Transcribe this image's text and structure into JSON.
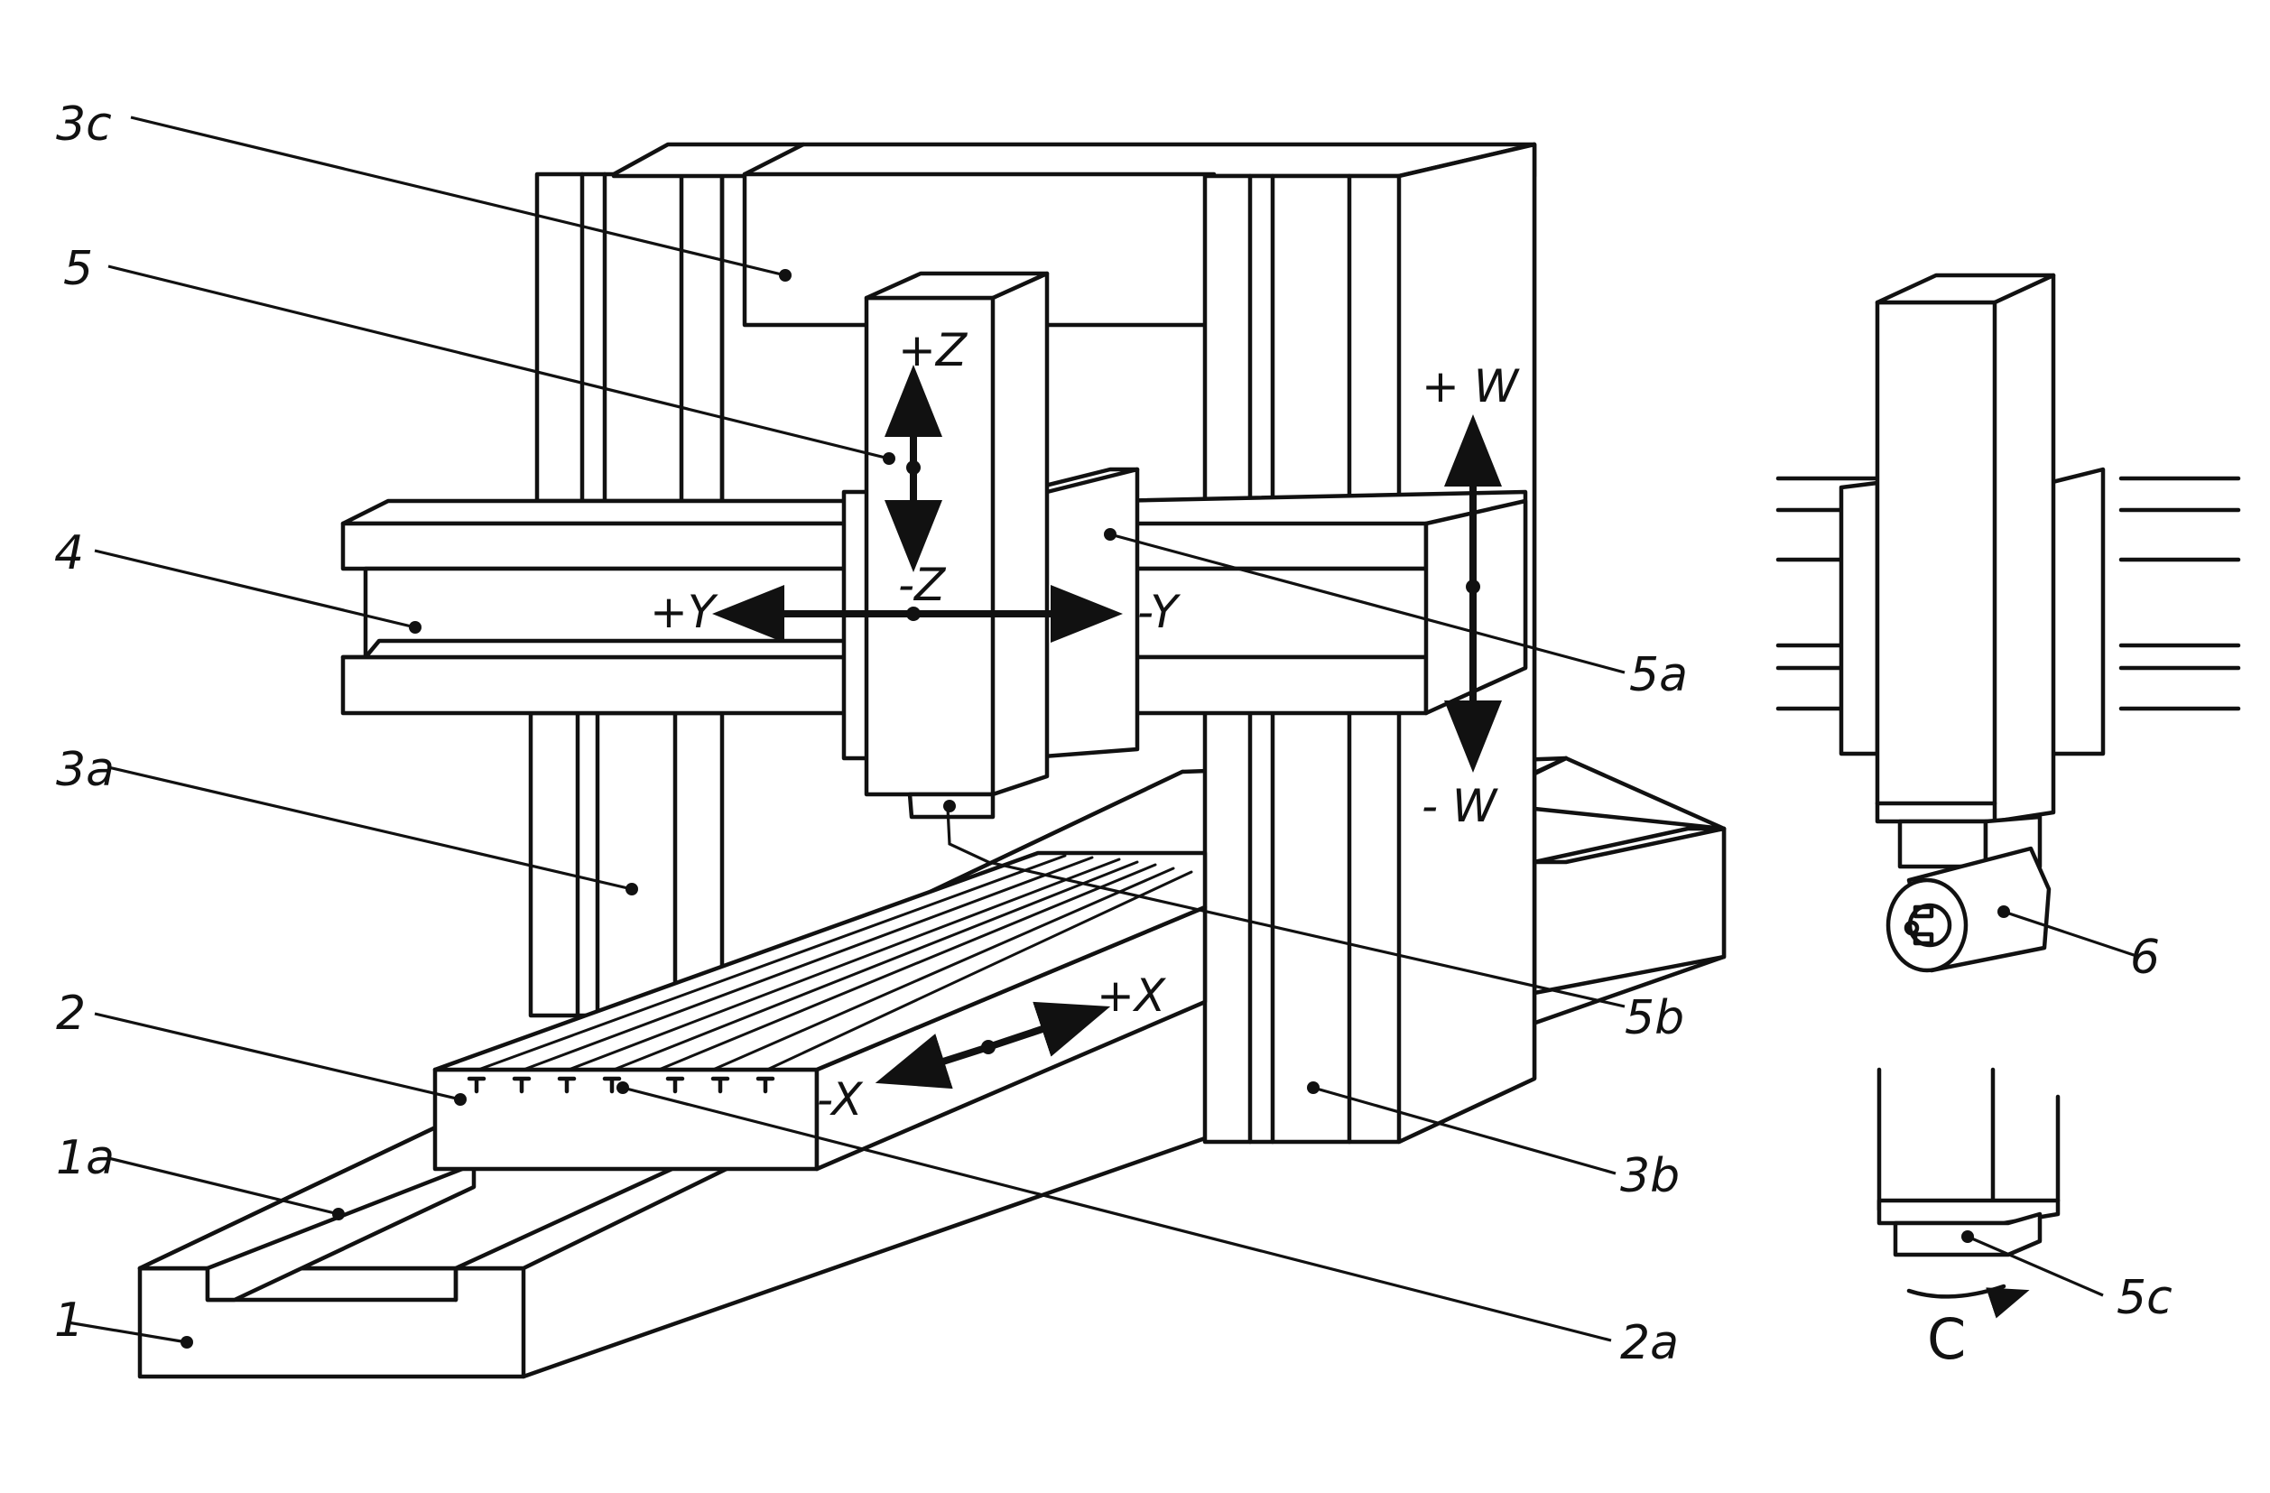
{
  "labels": {
    "l3c": "3c",
    "l5": "5",
    "l4": "4",
    "l3a": "3a",
    "l2": "2",
    "l1a": "1a",
    "l1": "1",
    "l5a": "5a",
    "l5b": "5b",
    "l3b": "3b",
    "l2a": "2a",
    "l6": "6",
    "l5c": "5c"
  },
  "axes": {
    "plus_z": "+Z",
    "minus_z": "-Z",
    "plus_y": "+Y",
    "minus_y": "-Y",
    "plus_w": "+ W",
    "minus_w": "- W",
    "plus_x": "+X",
    "minus_x": "-X",
    "c": "C"
  }
}
